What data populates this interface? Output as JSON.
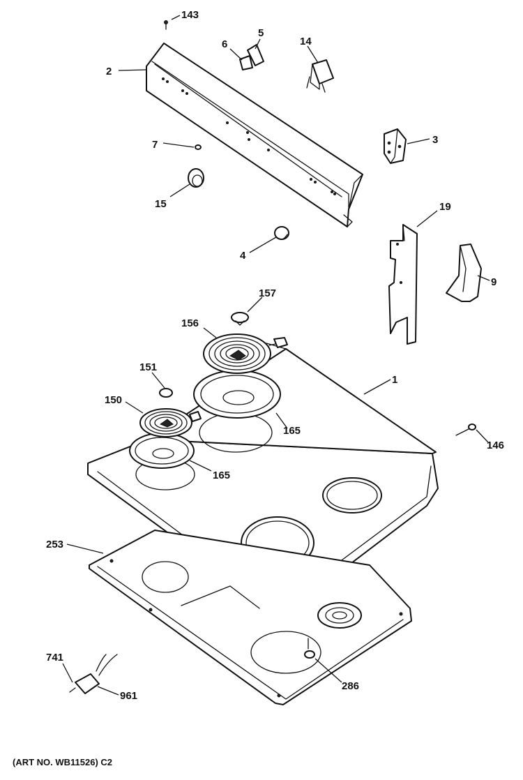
{
  "diagram": {
    "callouts": [
      {
        "key": "143",
        "text": "143"
      },
      {
        "key": "5",
        "text": "5"
      },
      {
        "key": "6",
        "text": "6"
      },
      {
        "key": "14",
        "text": "14"
      },
      {
        "key": "2",
        "text": "2"
      },
      {
        "key": "3",
        "text": "3"
      },
      {
        "key": "7",
        "text": "7"
      },
      {
        "key": "15",
        "text": "15"
      },
      {
        "key": "19",
        "text": "19"
      },
      {
        "key": "4",
        "text": "4"
      },
      {
        "key": "9",
        "text": "9"
      },
      {
        "key": "157",
        "text": "157"
      },
      {
        "key": "156",
        "text": "156"
      },
      {
        "key": "1",
        "text": "1"
      },
      {
        "key": "151",
        "text": "151"
      },
      {
        "key": "150",
        "text": "150"
      },
      {
        "key": "165a",
        "text": "165"
      },
      {
        "key": "165b",
        "text": "165"
      },
      {
        "key": "146",
        "text": "146"
      },
      {
        "key": "253",
        "text": "253"
      },
      {
        "key": "741",
        "text": "741"
      },
      {
        "key": "961",
        "text": "961"
      },
      {
        "key": "286",
        "text": "286"
      }
    ],
    "art_note": "(ART NO. WB11526) C2"
  }
}
